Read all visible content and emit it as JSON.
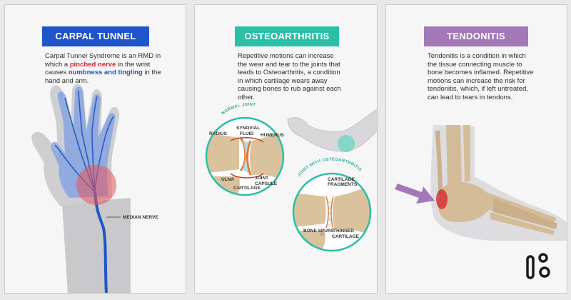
{
  "panels": {
    "carpal": {
      "title": "CARPAL TUNNEL SYNDROME",
      "desc_part1": "Carpal Tunnel Syndrome is an RMD in which a ",
      "desc_highlight_red": "pinched nerve",
      "desc_part2": " in the wrist causes ",
      "desc_highlight_blue": "numbness and tingling",
      "desc_part3": " in the hand and arm.",
      "label_median_nerve": "MEDIAN NERVE"
    },
    "osteo": {
      "title": "OSTEOARTHRITIS",
      "desc": "Repetitive motions can increase the wear and tear to the joints that leads to Osteoarthritis, a condition in which cartilage wears away causing bones to rub against each other.",
      "normal_joint_title": "NORMAL JOINT",
      "normal_labels": {
        "synovial_fluid_1": "SYNOVIAL",
        "synovial_fluid_2": "FLUID",
        "radius": "RADIUS",
        "humerus": "HUMERUS",
        "ulna": "ULNA",
        "joint_capsule_1": "JOINT",
        "joint_capsule_2": "CAPSULE",
        "cartilage": "CARTILAGE"
      },
      "oa_joint_title": "JOINT WITH OSTEOARTHRITIS",
      "oa_labels": {
        "fragments_1": "CARTILAGE",
        "fragments_2": "FRAGMENTS",
        "bone_spurs": "BONE SPURS",
        "thinned_1": "THINNED",
        "thinned_2": "CARTILAGE"
      }
    },
    "tendon": {
      "title": "TENDONITIS",
      "desc": "Tendonitis is a condition in which the tissue connecting muscle to bone becomes inflamed. Repetitive motions can increase the risk for tendonitis, which, if left untreated, can lead to tears in tendons."
    }
  },
  "colors": {
    "carpal_blue": "#1f55c9",
    "osteo_teal": "#2cbfa7",
    "tendon_purple": "#a278b7",
    "inflamed_red": "#d3222a"
  },
  "logo_icon": "brand-logo-icon"
}
